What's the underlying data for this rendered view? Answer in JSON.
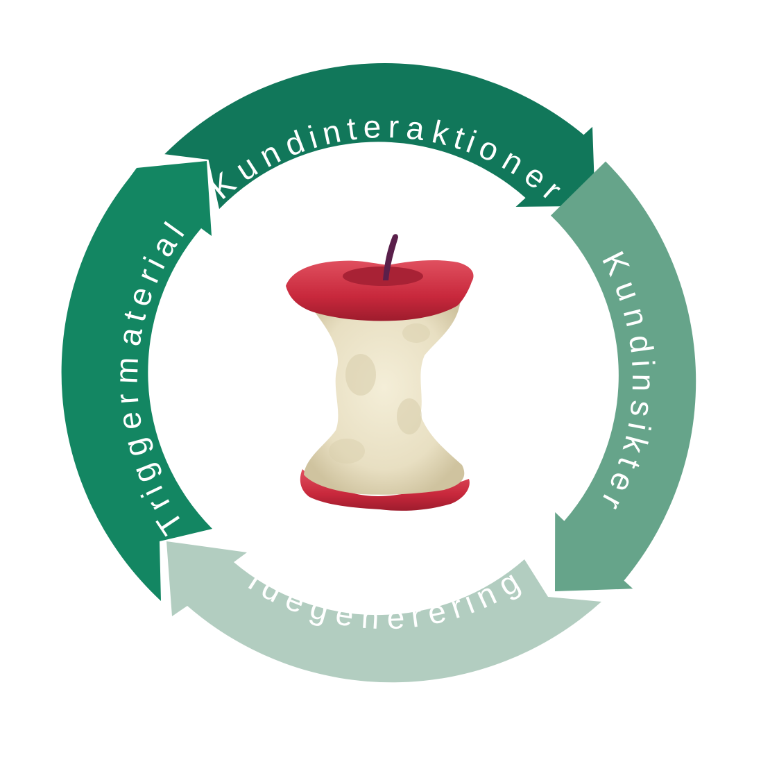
{
  "diagram": {
    "segments": [
      {
        "label": "Kundinteraktioner",
        "color": "#11775a"
      },
      {
        "label": "Kundinsikter",
        "color": "#66a48a"
      },
      {
        "label": "Idégenerering",
        "color": "#b2cdc0"
      },
      {
        "label": "Triggermaterial",
        "color": "#138662"
      }
    ],
    "center_image": "apple-core",
    "colors": {
      "background": "#ffffff",
      "apple_red": "#c8283c",
      "apple_flesh": "#efe8d4",
      "stem": "#5a1f4a"
    }
  }
}
